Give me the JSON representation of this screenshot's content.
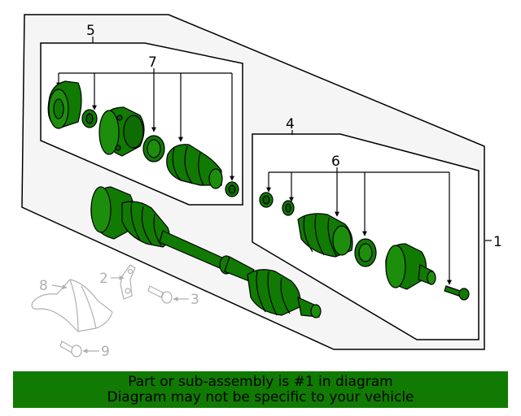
{
  "callouts": {
    "c1": "1",
    "c2": "2",
    "c3": "3",
    "c4": "4",
    "c5": "5",
    "c6": "6",
    "c7": "7",
    "c8": "8",
    "c9": "9"
  },
  "banner": {
    "line1": "Part or sub-assembly is #1 in diagram",
    "line2": "Diagram may not be specific to your vehicle"
  },
  "colors": {
    "highlight_part": "#107a02",
    "banner_bg": "#107a02",
    "unrelated_part": "#b8b8b8",
    "panel_bg": "#f5f5f5"
  }
}
